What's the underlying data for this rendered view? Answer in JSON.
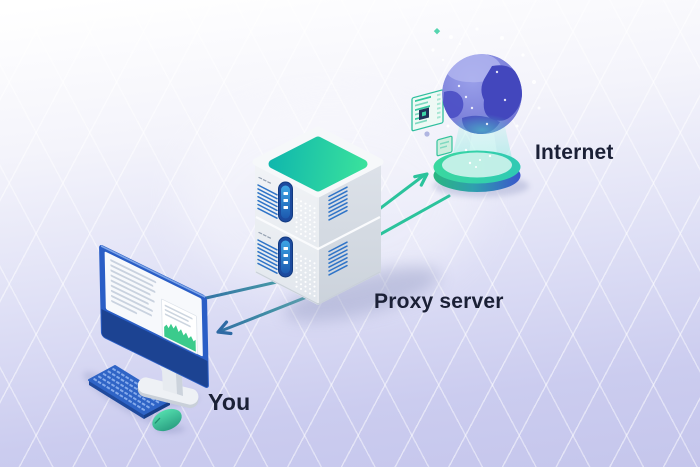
{
  "diagram": {
    "type": "network-flow",
    "nodes": [
      {
        "id": "client",
        "label": "You",
        "icon": "desktop-computer-icon"
      },
      {
        "id": "proxy",
        "label": "Proxy server",
        "icon": "server-stack-icon"
      },
      {
        "id": "internet",
        "label": "Internet",
        "icon": "globe-hologram-icon"
      }
    ],
    "connections": [
      {
        "from": "client",
        "to": "internet",
        "via": "proxy",
        "role": "request",
        "color": "#2bc39c"
      },
      {
        "from": "internet",
        "to": "client",
        "via": "proxy",
        "role": "response",
        "color": "#2e6aa4"
      }
    ]
  },
  "colors": {
    "background_top": "#ffffff",
    "background_bottom": "#c5c6ec",
    "label_text": "#1b2036",
    "teal_accent": "#2bc39c",
    "blue_accent": "#2a5ec6",
    "server_top": "#2fd6a0",
    "globe_purple": "#7276d4"
  }
}
